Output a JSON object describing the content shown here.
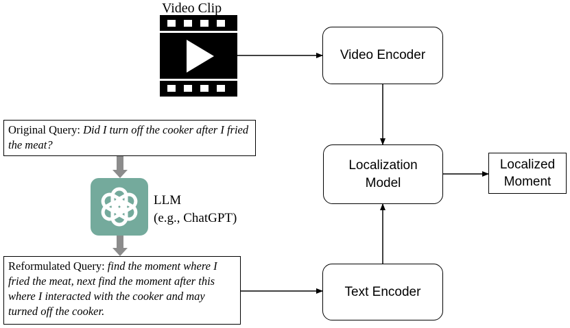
{
  "video_clip": {
    "label": "Video Clip"
  },
  "boxes": {
    "video_encoder": "Video Encoder",
    "localization_model": [
      "Localization",
      "Model"
    ],
    "localized_moment": [
      "Localized",
      "Moment"
    ],
    "text_encoder": "Text Encoder"
  },
  "original_query": {
    "prefix": "Original Query: ",
    "text": "Did I turn off the cooker after I fried the meat?"
  },
  "llm": {
    "line1": "LLM",
    "line2": "(e.g., ChatGPT)",
    "logo_icon": "openai-logo-icon",
    "logo_color": "#74aa9c"
  },
  "reformulated_query": {
    "prefix": "Reformulated Query: ",
    "text": "find the moment where I fried the meat, next find the moment after this where I interacted with the cooker and may turned off the cooker."
  },
  "colors": {
    "arrow_gray": "#8c8c8c"
  }
}
